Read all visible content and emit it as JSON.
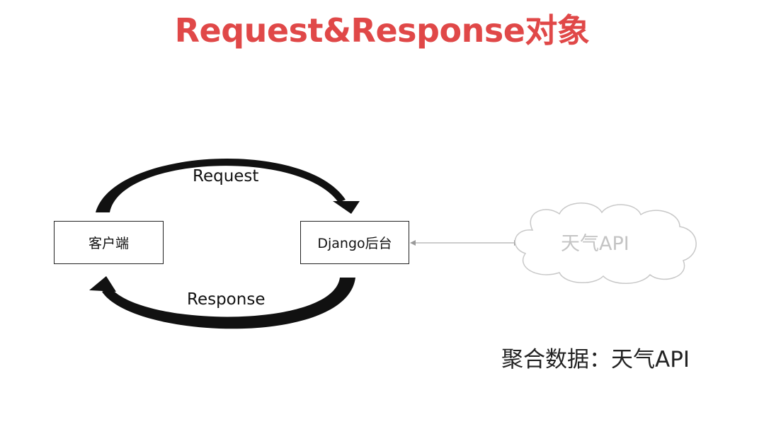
{
  "title": "Request&Response对象",
  "nodes": {
    "client": "客户端",
    "server": "Django后台",
    "external": "天气API"
  },
  "edges": {
    "request": "Request",
    "response": "Response"
  },
  "note": "聚合数据：天气API",
  "colors": {
    "title": "#e04848",
    "arrow": "#111111",
    "cloud": "#c4c4c4"
  }
}
